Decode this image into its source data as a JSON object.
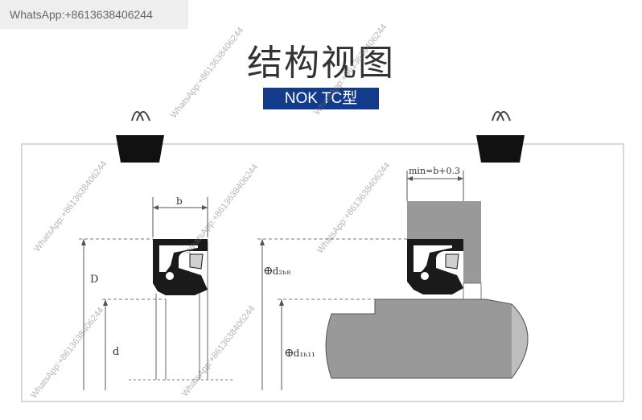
{
  "watermark": {
    "text": "WhatsApp:+8613638406244"
  },
  "title": "结构视图",
  "badge": "NOK  TC型",
  "diagram": {
    "label_b": "b",
    "label_D": "D",
    "label_d": "d",
    "label_min": "min=b+0.3",
    "label_d2": "ⴲd₂ₕ₈",
    "label_d1": "ⴲd₁ₕ₁₁"
  },
  "colors": {
    "badge_bg": "#133b8c",
    "seal": "#1a1a1a",
    "shaft": "#999999"
  }
}
